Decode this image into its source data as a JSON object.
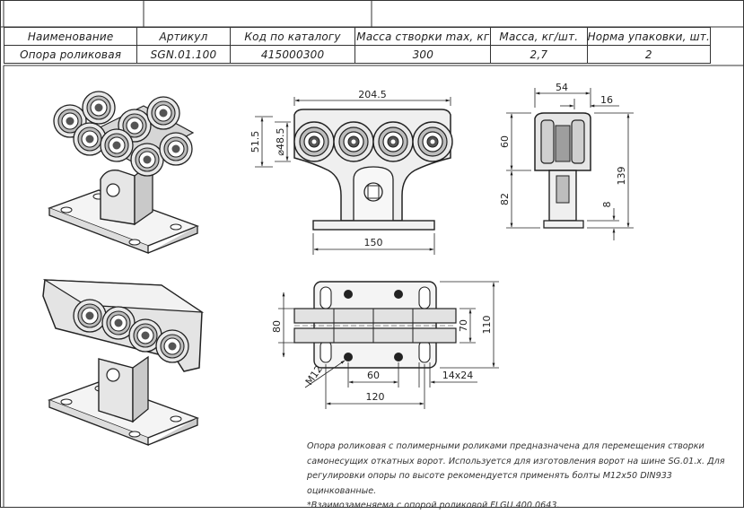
{
  "table": {
    "headers": [
      "Наименование",
      "Артикул",
      "Код по каталогу",
      "Масса створки max, кг",
      "Масса, кг/шт.",
      "Норма упаковки, шт."
    ],
    "row": [
      "Опора роликовая",
      "SGN.01.100",
      "415000300",
      "300",
      "2,7",
      "2"
    ]
  },
  "front_view": {
    "width": "204.5",
    "height": "51.5",
    "diameter": "⌀48.5",
    "base": "150"
  },
  "side_view": {
    "top_width": "54",
    "offset": "16",
    "upper_height": "60",
    "lower_height": "82",
    "total_height": "139",
    "plate": "8"
  },
  "top_view": {
    "width": "80",
    "inner": "70",
    "depth": "110",
    "bolt": "M12",
    "spacing": "60",
    "slot": "14x24",
    "length": "120"
  },
  "description": {
    "text": "Опора роликовая с полимерными роликами предназначена для перемещения створки самонесущих откатных ворот. Используется для изготовления ворот на шине SG.01.x. Для регулировки опоры по высоте рекомендуется применять болты M12x50 DIN933 оцинкованные.",
    "note": "*Взаимозаменяема с опорой роликовой FLGU.400.0643."
  },
  "colors": {
    "line": "#222222",
    "fill_light": "#f2f2f2",
    "fill_mid": "#d9d9d9"
  }
}
